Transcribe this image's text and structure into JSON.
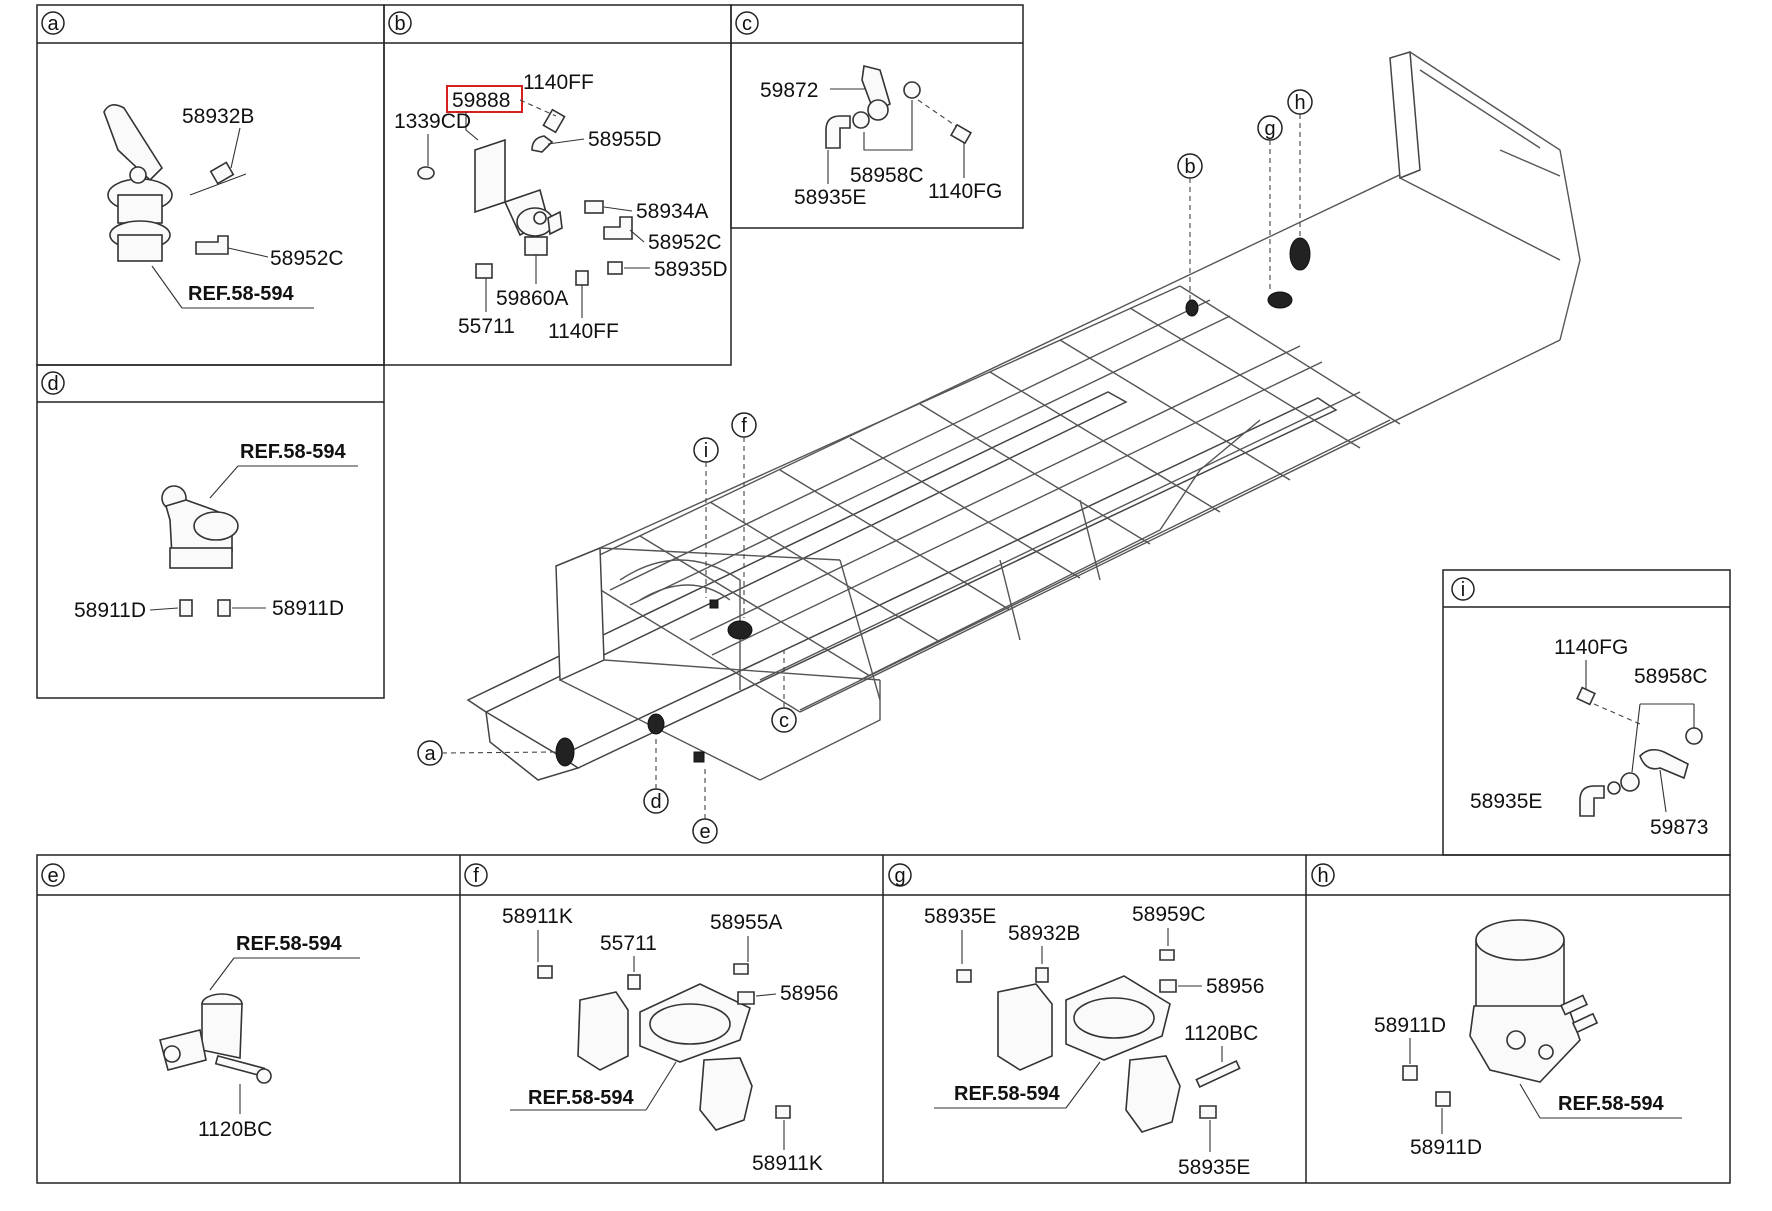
{
  "sections": {
    "a": {
      "letter": "a",
      "ref": "REF.58-594",
      "parts": [
        "58932B",
        "58952C"
      ]
    },
    "b": {
      "letter": "b",
      "highlighted_part": "59888",
      "parts": [
        "1140FF",
        "1339CD",
        "58955D",
        "58934A",
        "58952C",
        "58935D",
        "59860A",
        "55711",
        "1140FF"
      ]
    },
    "c": {
      "letter": "c",
      "parts": [
        "59872",
        "58958C",
        "58935E",
        "1140FG"
      ]
    },
    "d": {
      "letter": "d",
      "ref": "REF.58-594",
      "parts": [
        "58911D",
        "58911D"
      ]
    },
    "e": {
      "letter": "e",
      "ref": "REF.58-594",
      "parts": [
        "1120BC"
      ]
    },
    "f": {
      "letter": "f",
      "ref": "REF.58-594",
      "parts": [
        "58911K",
        "55711",
        "58955A",
        "58956",
        "58911K"
      ]
    },
    "g": {
      "letter": "g",
      "ref": "REF.58-594",
      "parts": [
        "58935E",
        "58932B",
        "58959C",
        "58956",
        "1120BC",
        "58935E"
      ]
    },
    "h": {
      "letter": "h",
      "ref": "REF.58-594",
      "parts": [
        "58911D",
        "58911D"
      ]
    },
    "i": {
      "letter": "i",
      "parts": [
        "1140FG",
        "58958C",
        "58935E",
        "59873"
      ]
    }
  },
  "main_callouts": [
    "a",
    "b",
    "c",
    "d",
    "e",
    "f",
    "g",
    "h",
    "i"
  ],
  "colors": {
    "highlight": "#d62020",
    "line": "#222222",
    "background": "#ffffff"
  }
}
